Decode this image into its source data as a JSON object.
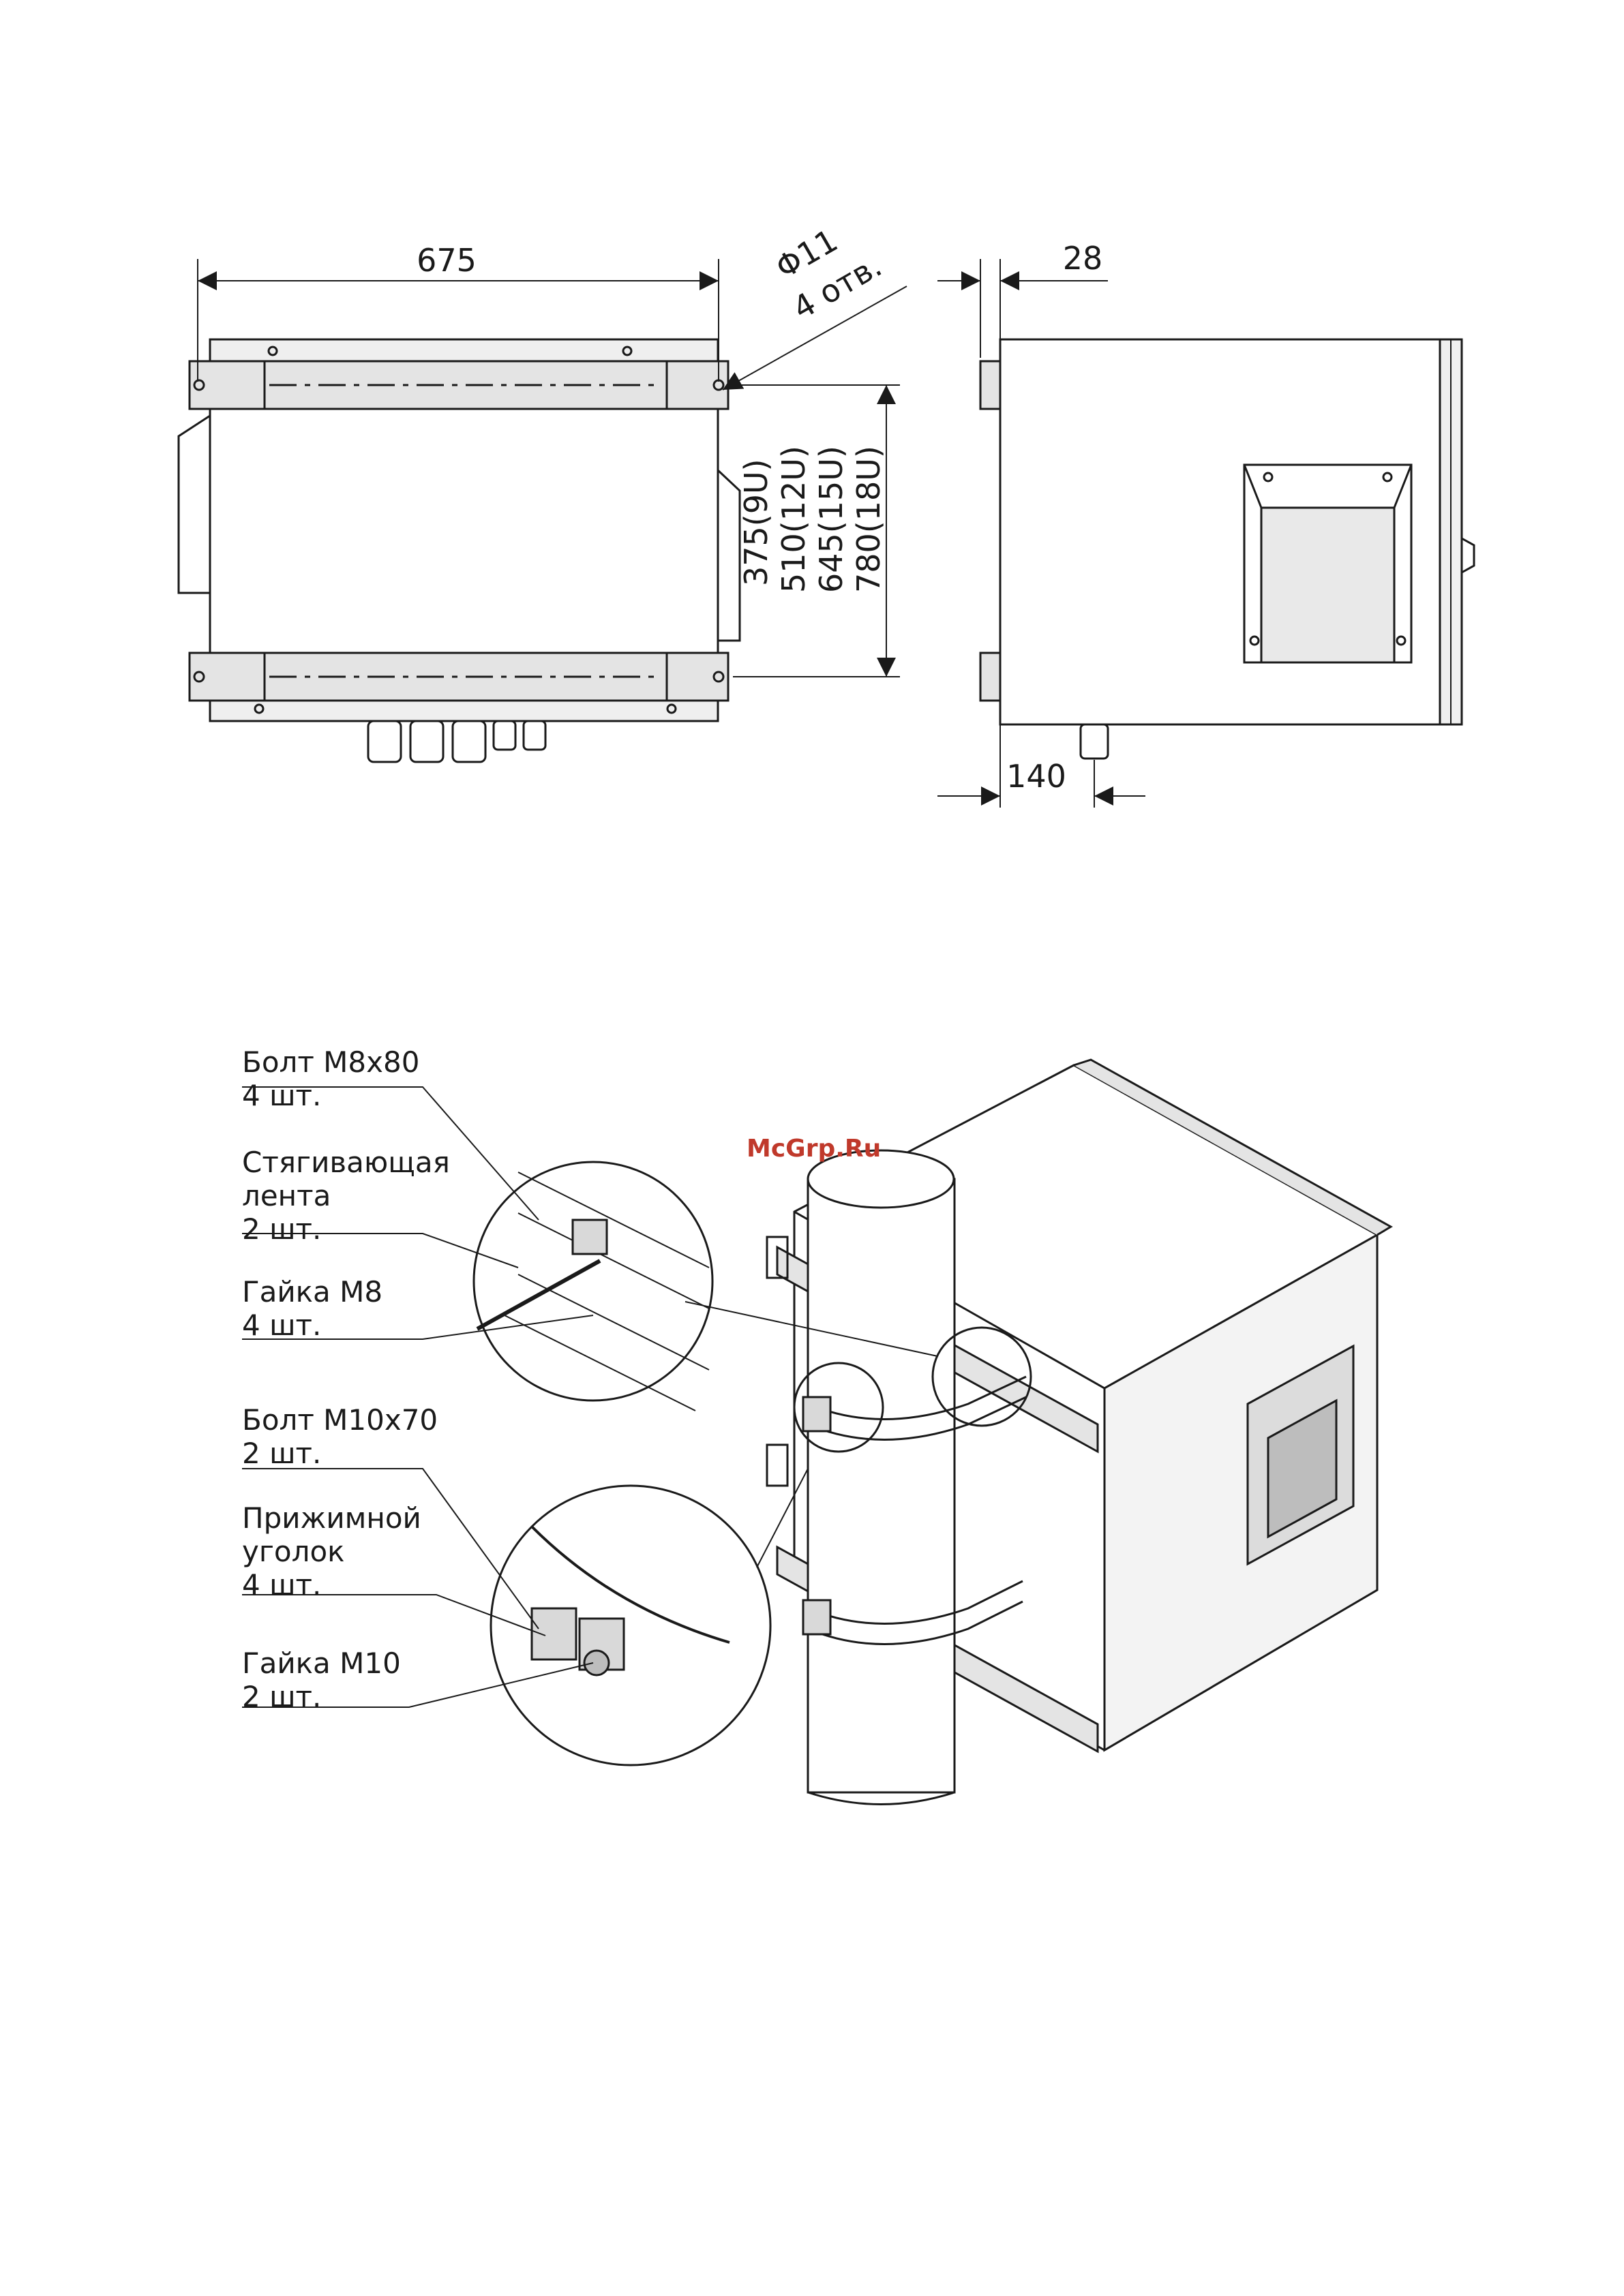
{
  "drawing": {
    "dims": {
      "width": "675",
      "hole_d": "Φ11",
      "hole_count": "4 отв.",
      "flange": "28",
      "depth": "140",
      "heights": [
        "375(9U)",
        "510(12U)",
        "645(15U)",
        "780(18U)"
      ]
    },
    "callouts": [
      {
        "id": "bolt-m8",
        "lines": [
          "Болт М8х80",
          "4 шт."
        ]
      },
      {
        "id": "band",
        "lines": [
          "Стягивающая",
          "лента",
          "2 шт."
        ]
      },
      {
        "id": "nut-m8",
        "lines": [
          "Гайка М8",
          "4 шт."
        ]
      },
      {
        "id": "bolt-m10",
        "lines": [
          "Болт М10х70",
          "2 шт."
        ]
      },
      {
        "id": "bracket",
        "lines": [
          "Прижимной",
          "уголок",
          "4 шт."
        ]
      },
      {
        "id": "nut-m10",
        "lines": [
          "Гайка М10",
          "2 шт."
        ]
      }
    ],
    "watermark": "McGrp.Ru",
    "colors": {
      "line": "#1a1a1a",
      "shade": "#d9d9d9",
      "watermark": "#c0392b"
    }
  }
}
